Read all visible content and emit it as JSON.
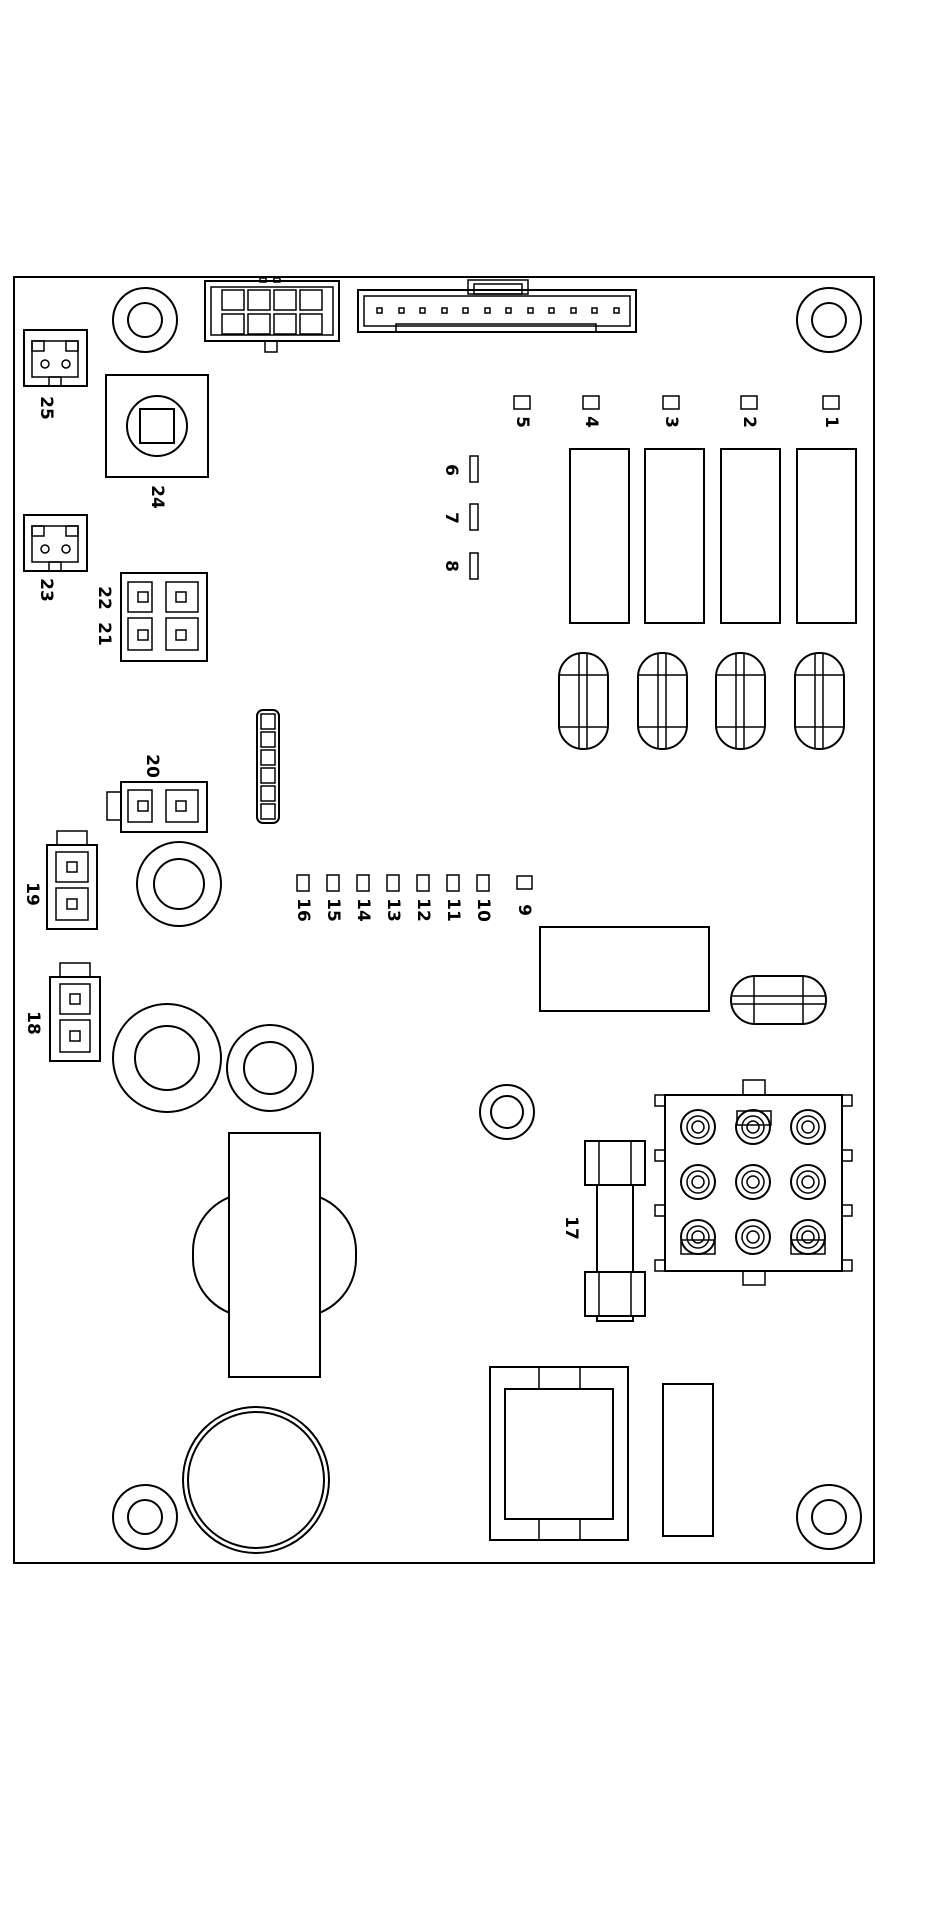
{
  "diagram": {
    "colors": {
      "line": "#000000",
      "background": "#ffffff"
    },
    "labels": {
      "l1": "1",
      "l2": "2",
      "l3": "3",
      "l4": "4",
      "l5": "5",
      "l6": "6",
      "l7": "7",
      "l8": "8",
      "l9": "9",
      "l10": "10",
      "l11": "11",
      "l12": "12",
      "l13": "13",
      "l14": "14",
      "l15": "15",
      "l16": "16",
      "l17": "17",
      "l18": "18",
      "l19": "19",
      "l20": "20",
      "l21": "21",
      "l22": "22",
      "l23": "23",
      "l24": "24",
      "l25": "25"
    }
  }
}
